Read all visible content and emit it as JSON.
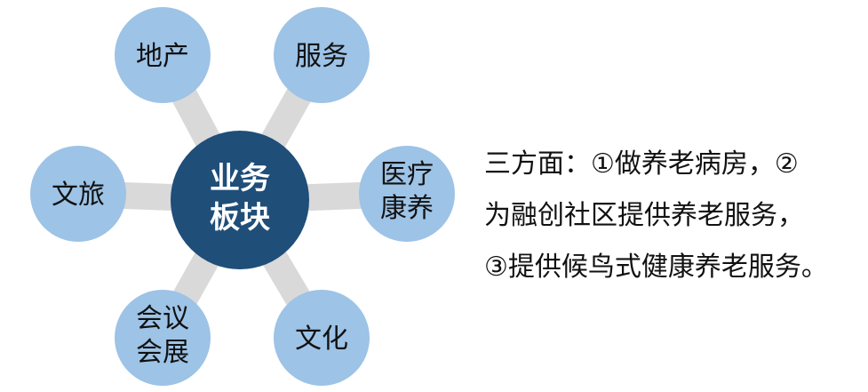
{
  "hub": {
    "line1": "业务",
    "line2": "板块"
  },
  "nodes": [
    {
      "lines": [
        "地产"
      ]
    },
    {
      "lines": [
        "服务"
      ]
    },
    {
      "lines": [
        "医疗",
        "康养"
      ]
    },
    {
      "lines": [
        "文化"
      ]
    },
    {
      "lines": [
        "会议",
        "会展"
      ]
    },
    {
      "lines": [
        "文旅"
      ]
    }
  ],
  "description": {
    "line1": "三方面：①做养老病房，②",
    "line2": "为融创社区提供养老服务，",
    "line3": "③提供候鸟式健康养老服务。"
  },
  "colors": {
    "hub": "#1f4e79",
    "node": "#9dc3e6",
    "spoke": "#d9d9d9"
  }
}
